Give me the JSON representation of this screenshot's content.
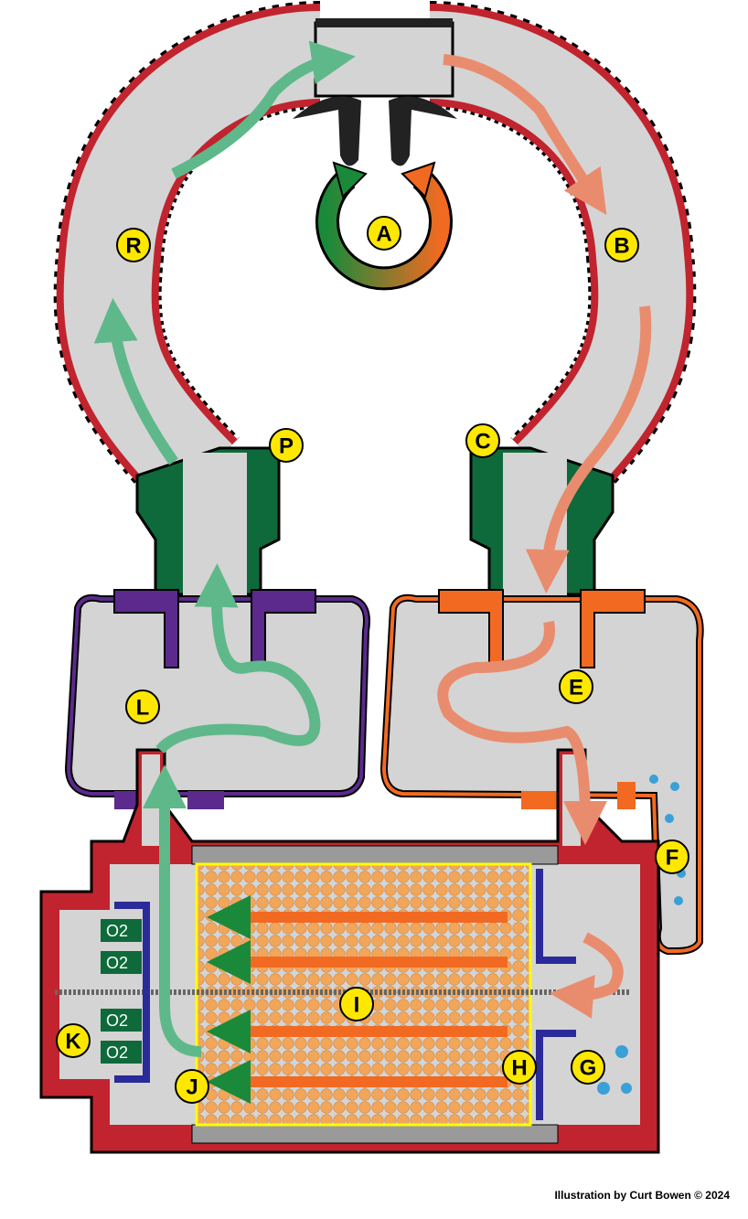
{
  "labels": {
    "A": "A",
    "B": "B",
    "C": "C",
    "E": "E",
    "F": "F",
    "G": "G",
    "H": "H",
    "I": "I",
    "J": "J",
    "K": "K",
    "L": "L",
    "P": "P",
    "R": "R"
  },
  "o2_sensors": [
    "O2",
    "O2",
    "O2",
    "O2"
  ],
  "credit": "Illustration by Curt Bowen © 2024",
  "colors": {
    "hose": "#c1242e",
    "body": "#d4d4d4",
    "inhale": "#5fb88a",
    "exhale": "#e98c6e",
    "connector": "#0e6a3a",
    "inhale_bag": "#5b2a8c",
    "exhale_bag": "#f26a21",
    "canister": "#c1242e",
    "sorb": "#f2a65a",
    "label_bg": "#ffe800",
    "water": "#3aa0d8"
  }
}
